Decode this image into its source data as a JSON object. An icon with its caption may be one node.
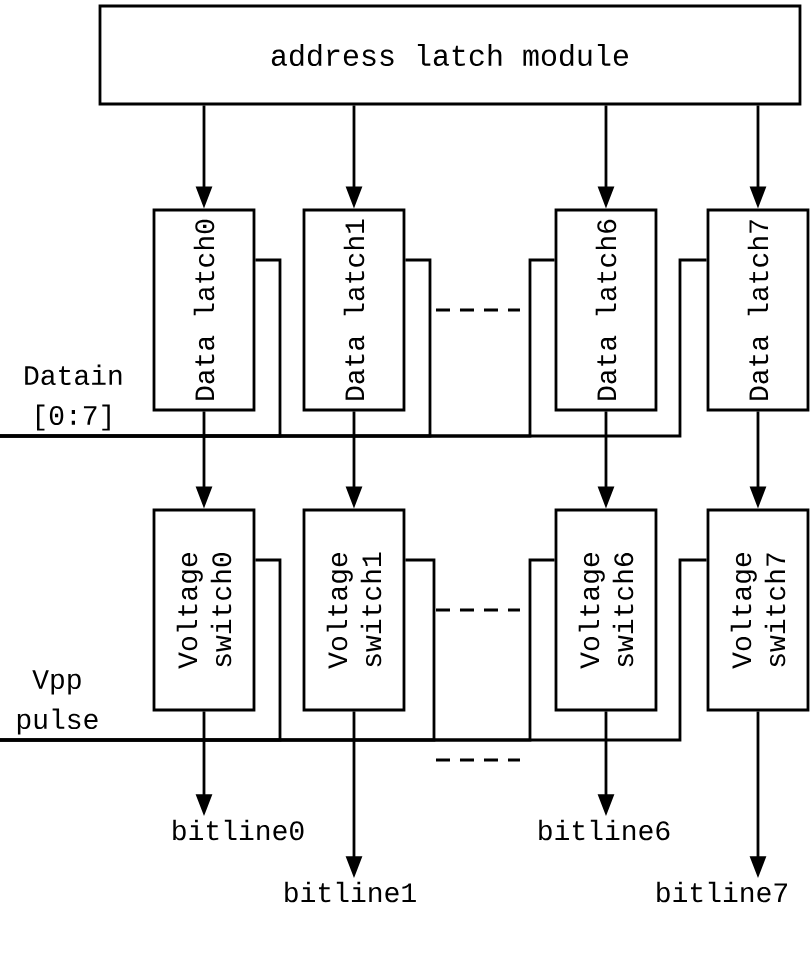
{
  "diagram": {
    "nodes": [
      {
        "text": [
          "address latch module"
        ]
      },
      {
        "text": [
          "Data latch0"
        ]
      },
      {
        "text": [
          "Data latch1"
        ]
      },
      {
        "text": [
          "Data latch6"
        ]
      },
      {
        "text": [
          "Data latch7"
        ]
      },
      {
        "text": [
          "Voltage switch0"
        ]
      },
      {
        "text": [
          "Voltage switch1"
        ]
      },
      {
        "text": [
          "Voltage switch6"
        ]
      },
      {
        "text": [
          "Voltage switch7"
        ]
      },
      {
        "text": [
          "bitline0"
        ]
      },
      {
        "text": [
          "bitline1"
        ]
      },
      {
        "text": [
          "bitline6"
        ]
      },
      {
        "text": [
          "bitline7"
        ]
      },
      {
        "text": [
          "Datain [0:7]"
        ]
      },
      {
        "text": [
          "Vpp pulse"
        ]
      }
    ],
    "edges": [
      {
        "from": 0,
        "to": 1,
        "arrow": "to"
      },
      {
        "from": 0,
        "to": 2,
        "arrow": "to"
      },
      {
        "from": 0,
        "to": 3,
        "arrow": "to"
      },
      {
        "from": 0,
        "to": 4,
        "arrow": "to"
      },
      {
        "from": 1,
        "to": 5,
        "arrow": "to"
      },
      {
        "from": 2,
        "to": 6,
        "arrow": "to"
      },
      {
        "from": 3,
        "to": 7,
        "arrow": "to"
      },
      {
        "from": 4,
        "to": 8,
        "arrow": "to"
      },
      {
        "from": 5,
        "to": 9,
        "arrow": "to"
      },
      {
        "from": 6,
        "to": 10,
        "arrow": "to"
      },
      {
        "from": 7,
        "to": 11,
        "arrow": "to"
      },
      {
        "from": 8,
        "to": 12,
        "arrow": "to"
      },
      {
        "from": 13,
        "to": 1,
        "arrow": "none"
      },
      {
        "from": 13,
        "to": 2,
        "arrow": "none"
      },
      {
        "from": 13,
        "to": 3,
        "arrow": "none"
      },
      {
        "from": 13,
        "to": 4,
        "arrow": "none"
      },
      {
        "from": 14,
        "to": 5,
        "arrow": "none"
      },
      {
        "from": 14,
        "to": 6,
        "arrow": "none"
      },
      {
        "from": 14,
        "to": 7,
        "arrow": "none"
      },
      {
        "from": 14,
        "to": 8,
        "arrow": "none"
      }
    ]
  }
}
